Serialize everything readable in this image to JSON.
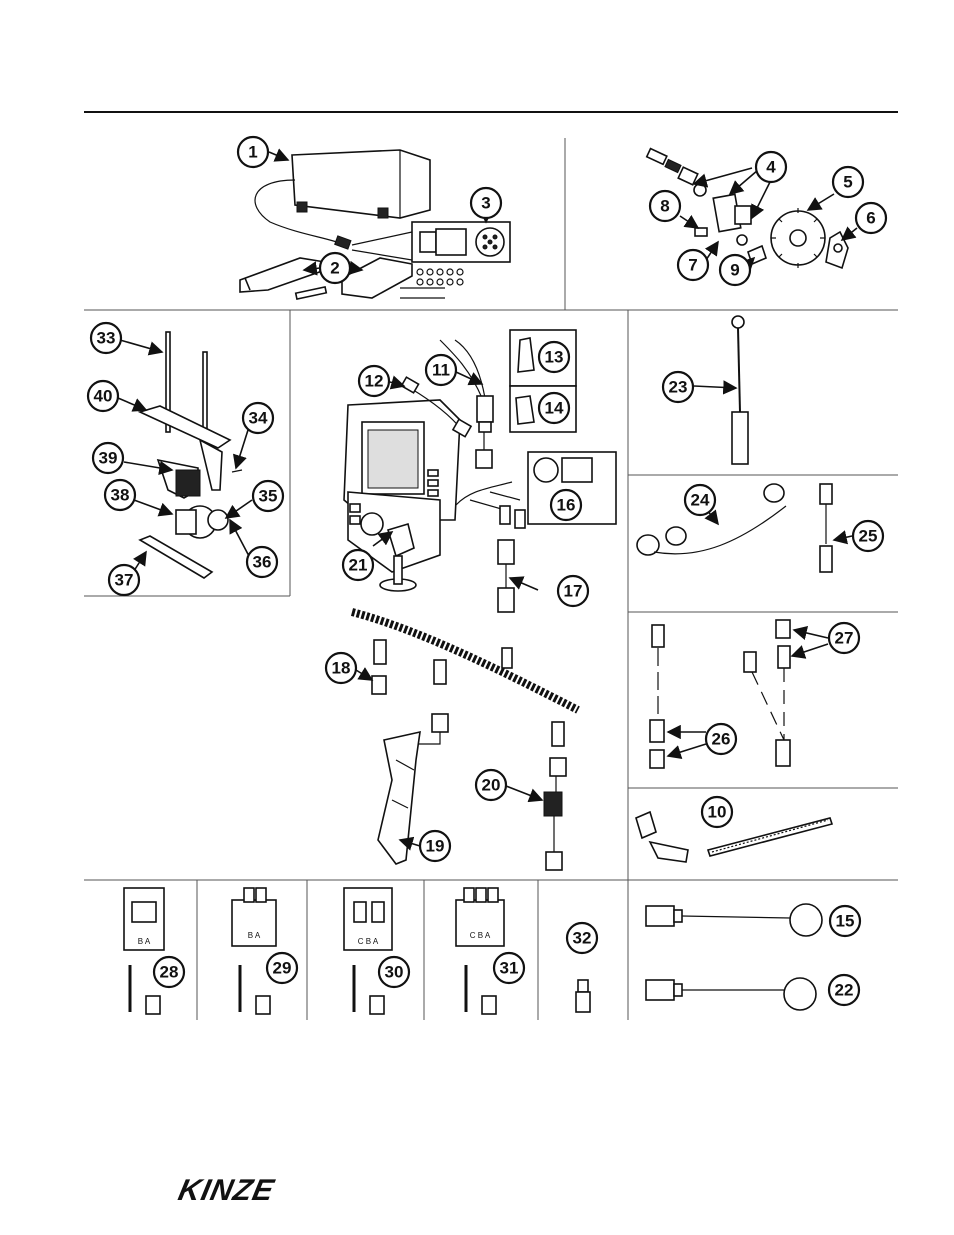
{
  "callouts": {
    "c1": "1",
    "c2": "2",
    "c3": "3",
    "c4": "4",
    "c5": "5",
    "c6": "6",
    "c7": "7",
    "c8": "8",
    "c9": "9",
    "c10": "10",
    "c11": "11",
    "c12": "12",
    "c13": "13",
    "c14": "14",
    "c15": "15",
    "c16": "16",
    "c17": "17",
    "c18": "18",
    "c19": "19",
    "c20": "20",
    "c21": "21",
    "c22": "22",
    "c23": "23",
    "c24": "24",
    "c25": "25",
    "c26": "26",
    "c27": "27",
    "c28": "28",
    "c29": "29",
    "c30": "30",
    "c31": "31",
    "c32": "32",
    "c33": "33",
    "c34": "34",
    "c35": "35",
    "c36": "36",
    "c37": "37",
    "c38": "38",
    "c39": "39",
    "c40": "40"
  },
  "pin_labels": {
    "p28": "B A",
    "p29": "B A",
    "p30": "C B A",
    "p31": "C B A"
  },
  "logo": "KINZE",
  "icons": [
    "monitor-module-icon",
    "bracket-icon",
    "connector-icon",
    "sensor-icon",
    "harness-icon",
    "seed-tube-icon",
    "sprocket-icon",
    "cable-tie-icon"
  ]
}
